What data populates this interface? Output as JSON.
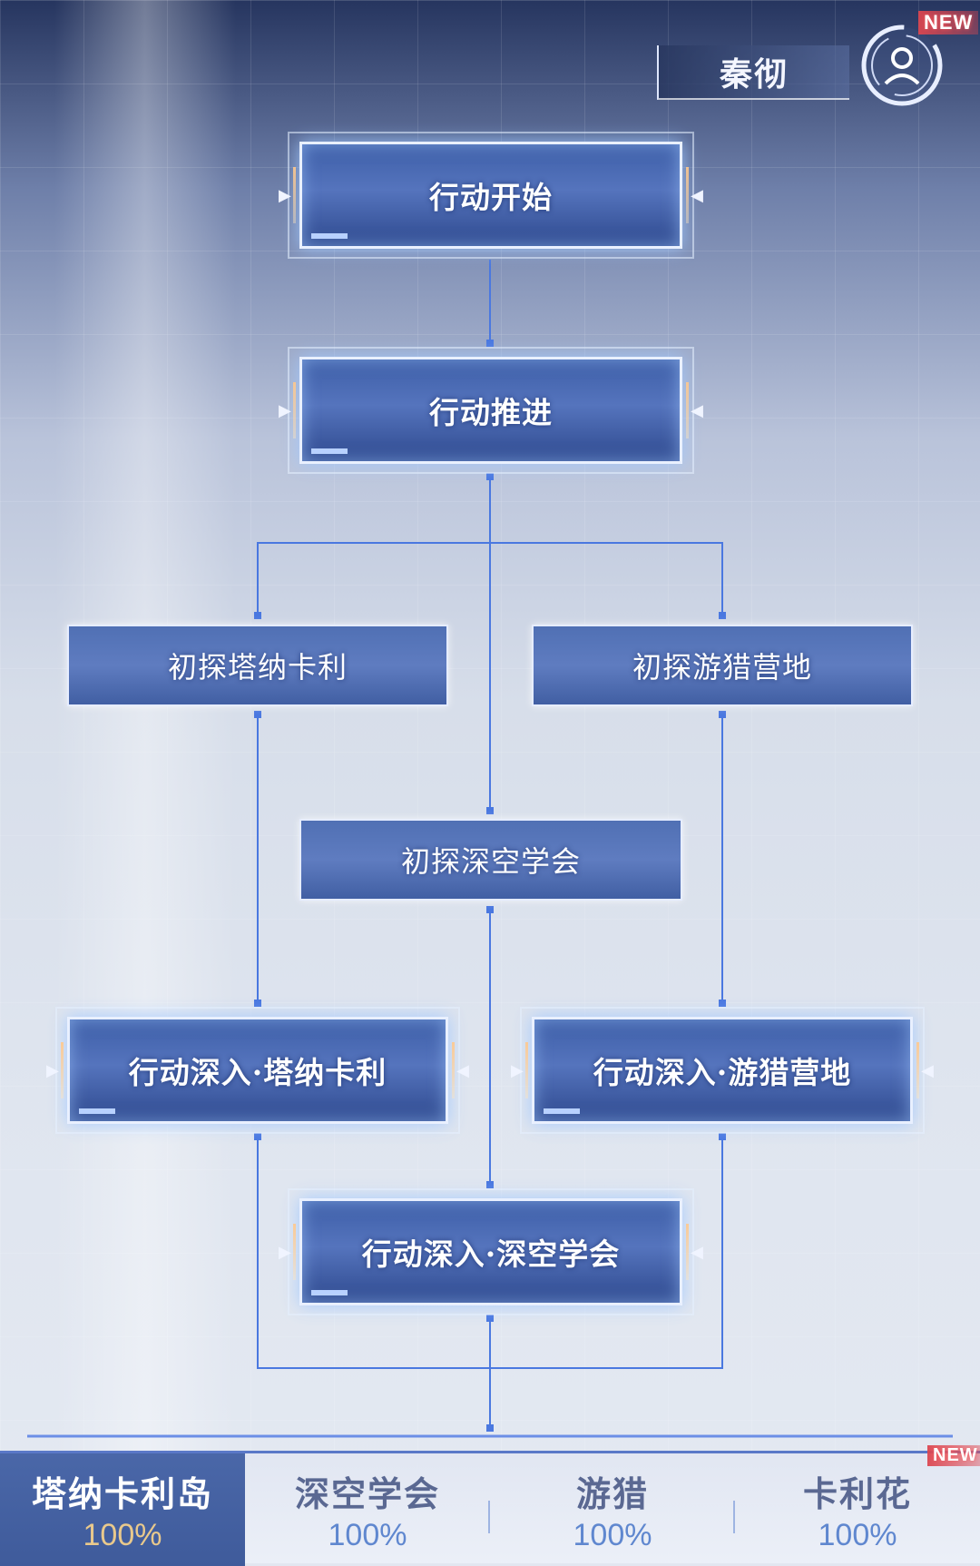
{
  "header": {
    "character_name": "秦彻",
    "new_badge": "NEW",
    "avatar_icon": "profile-icon"
  },
  "flow": {
    "nodes": {
      "start": "行动开始",
      "advance": "行动推进",
      "explore_tanakali": "初探塔纳卡利",
      "explore_hunt_camp": "初探游猎营地",
      "explore_deepspace": "初探深空学会",
      "deep_tanakali": "行动深入·塔纳卡利",
      "deep_hunt_camp": "行动深入·游猎营地",
      "deep_deepspace": "行动深入·深空学会"
    }
  },
  "tabs": {
    "new_badge": "NEW",
    "items": [
      {
        "name": "塔纳卡利岛",
        "progress": "100%"
      },
      {
        "name": "深空学会",
        "progress": "100%"
      },
      {
        "name": "游猎",
        "progress": "100%"
      },
      {
        "name": "卡利花",
        "progress": "100%"
      }
    ]
  },
  "colors": {
    "connector": "#4a78e0",
    "node_blue": "#4a67a8",
    "active_progress": "#e9c98c",
    "badge_red": "#dc4650"
  }
}
